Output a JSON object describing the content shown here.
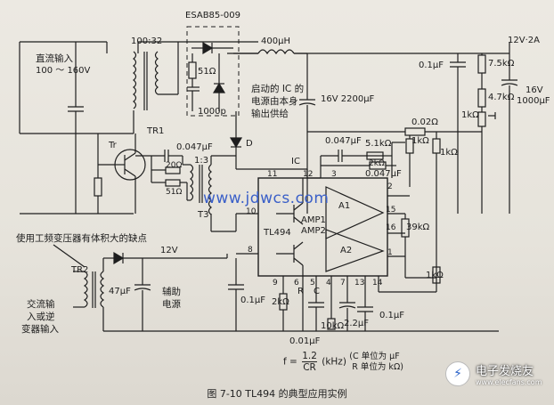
{
  "diagram": {
    "diode_part": "ESAB85-009",
    "transformer_ratio": "100:32",
    "inductor": "400μH",
    "output": "12V·2A",
    "dc_input_title": "直流输入",
    "dc_input_range": "100 ～ 160V",
    "r_51": "51Ω",
    "c_1000p": "1000p",
    "startup_note_line1": "启动的 IC 的",
    "startup_note_line2": "电源由本身",
    "startup_note_line3": "输出供给",
    "cap_16v_2200": "16V 2200μF",
    "cap_01uf_top": "0.1μF",
    "r_75k": "7.5kΩ",
    "r_47k": "4.7kΩ",
    "r_1k_pot": "1kΩ",
    "cap_16v_1000_a": "16V",
    "cap_16v_1000_b": "1000μF",
    "r_002": "0.02Ω",
    "tr1": "TR1",
    "tr": "Tr",
    "c_0047_left": "0.047μF",
    "r_20": "20Ω",
    "r_51b": "51Ω",
    "diode_d": "D",
    "c_0047_mid": "0.047μF",
    "r_51k": "5.1kΩ",
    "r_1k_a": "1kΩ",
    "r_1k_b": "1kΩ",
    "r_2k_mid": "2kΩ",
    "c_0047_right": "0.047μF",
    "ic_label": "IC",
    "pin_11": "11",
    "pin_12": "12",
    "pin_3": "3",
    "pin_2": "2",
    "pin_15": "15",
    "pin_16": "16",
    "pin_1": "1",
    "pin_10": "10",
    "pin_8": "8",
    "pin_9": "9",
    "pin_6": "6",
    "pin_5": "5",
    "pin_4": "4",
    "pin_7": "7",
    "pin_13": "13",
    "pin_14": "14",
    "t13": "1:3",
    "t3": "T3",
    "amp1": "A1",
    "amp_mid1": "AMP1",
    "amp_mid2": "AMP2",
    "amp2": "A2",
    "tl494": "TL494",
    "r_39k": "39kΩ",
    "r_1k_c": "1kΩ",
    "note_lf": "使用工频变压器有体积大的缺点",
    "v12": "12V",
    "tr2": "TR2",
    "c_47": "47μF",
    "aux_line1": "辅助",
    "aux_line2": "电源",
    "c_01_bottom": "0.1μF",
    "r_pin": "R",
    "c_pin": "C",
    "r_2k_bot": "2kΩ",
    "r_10k": "10kΩ",
    "c_22": "2.2μF",
    "c_01_br": "0.1μF",
    "c_001": "0.01μF",
    "ac_line1": "交流输",
    "ac_line2": "入或逆",
    "ac_line3": "变器输入",
    "watermark": "www.jdwcs.com",
    "formula_prefix": "f =",
    "formula_num": "1.2",
    "formula_den": "CR",
    "formula_unit": "(kHz)",
    "formula_note1": "C 单位为 μF",
    "formula_note2": "R 单位为 kΩ",
    "caption": "图 7-10    TL494 的典型应用实例",
    "logo_text": "电子发烧友",
    "logo_sub": "www.elecfans.com"
  }
}
